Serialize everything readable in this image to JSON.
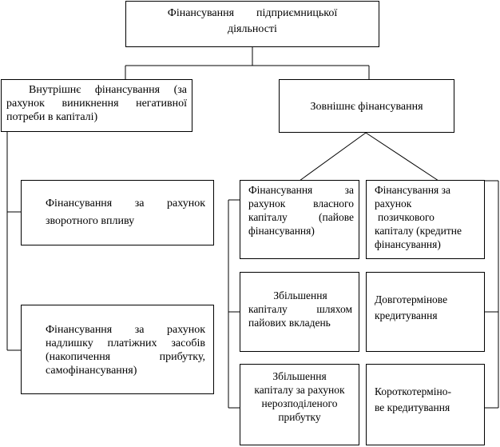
{
  "root": {
    "title_line1": "Фінансування        підприємницької",
    "title_line2": "діяльності"
  },
  "internal": {
    "line1": "Внутрішнє  фінансування  (за",
    "line2": "рахунок  виникнення  негативної",
    "line3": "потреби в капіталі)"
  },
  "external": {
    "label": "Зовнішнє фінансування"
  },
  "reverse": {
    "line1": "Фінансування   за   рахунок",
    "line2": "зворотного впливу"
  },
  "surplus": {
    "line1": "Фінансування  за  рахунок",
    "line2": "надлишку платіжних засобів",
    "line3": "(накопичення       прибутку,",
    "line4": "самофінансування)"
  },
  "equity": {
    "line1": "Фінансування       за",
    "line2": "рахунок      власного",
    "line3": "капіталу       (пайове",
    "line4": "фінансування)"
  },
  "loan": {
    "line1": "Фінансування за",
    "line2": "рахунок",
    "line3": "позичкового",
    "line4": "капіталу (кредитне",
    "line5": "фінансування)"
  },
  "shares": {
    "line1": "Збільшення",
    "line2": "капіталу    шляхом",
    "line3": "пайових вкладень"
  },
  "longterm": {
    "line1": "Довготермінове",
    "line2": "кредитування"
  },
  "retained": {
    "line1": "Збільшення",
    "line2": "капіталу за рахунок",
    "line3": "нерозподіленого",
    "line4": "прибутку"
  },
  "shortterm": {
    "line1": "Короткотерміно-",
    "line2": "ве кредитування"
  }
}
